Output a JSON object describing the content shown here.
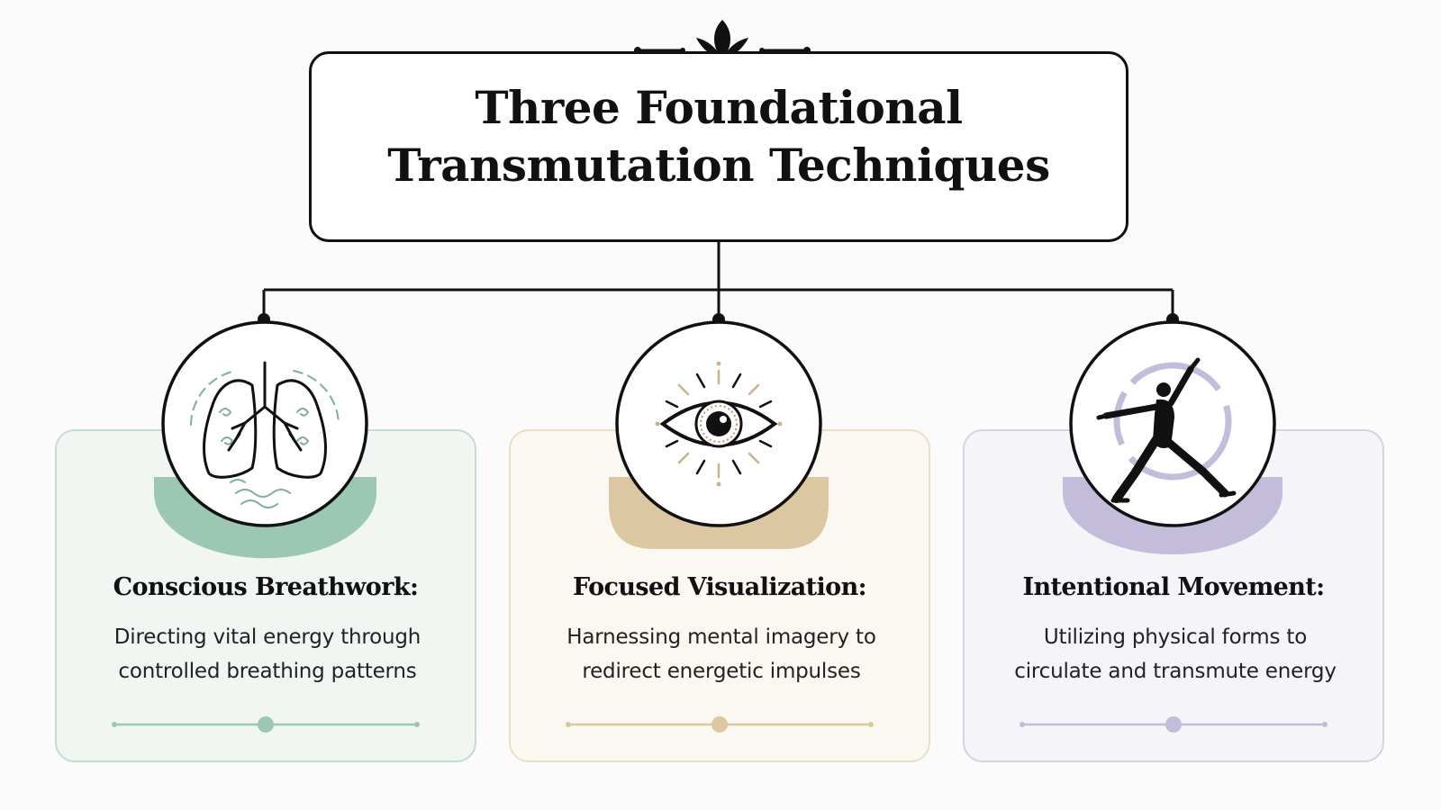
{
  "title": {
    "line1": "Three Foundational",
    "line2": "Transmutation Techniques"
  },
  "techniques": [
    {
      "heading": "Conscious Breathwork:",
      "desc_line1": "Directing vital energy through",
      "desc_line2": "controlled breathing patterns",
      "icon": "lungs-icon",
      "accent": "#9cc7b3"
    },
    {
      "heading": "Focused Visualization:",
      "desc_line1": "Harnessing mental imagery to",
      "desc_line2": "redirect energetic impulses",
      "icon": "eye-icon",
      "accent": "#dcc7a3"
    },
    {
      "heading": "Intentional Movement:",
      "desc_line1": "Utilizing physical forms to",
      "desc_line2": "circulate and transmute energy",
      "icon": "yoga-pose-icon",
      "accent": "#c4bcdb"
    }
  ]
}
